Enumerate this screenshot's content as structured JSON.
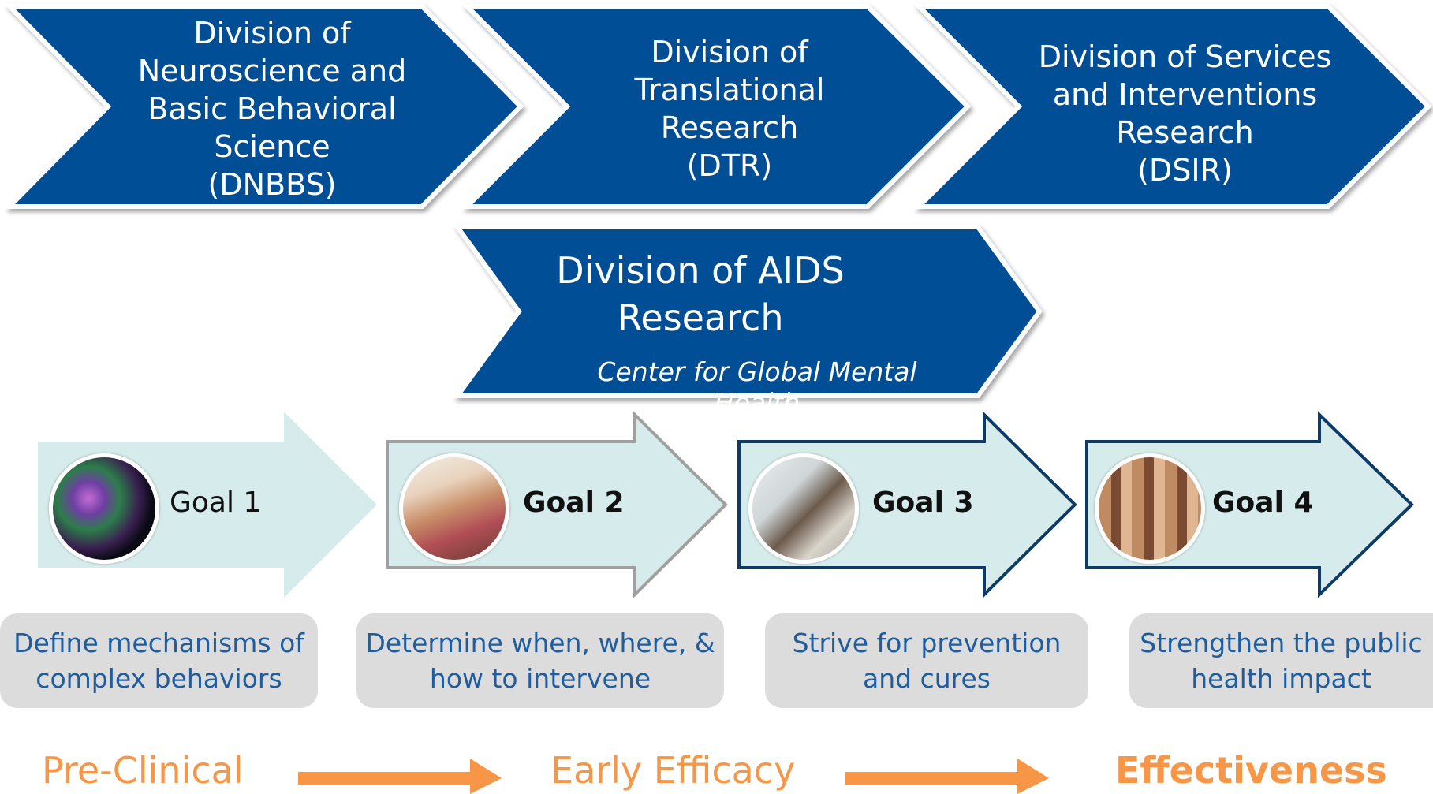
{
  "divisions": [
    {
      "lines": [
        "Division of",
        "Neuroscience and",
        "Basic Behavioral",
        "Science",
        "(DNBBS)"
      ]
    },
    {
      "lines": [
        "Division of",
        "Translational",
        "Research",
        "(DTR)"
      ]
    },
    {
      "lines": [
        "Division of Services",
        "and Interventions",
        "Research",
        "(DSIR)"
      ]
    }
  ],
  "aids": {
    "lines": [
      "Division of AIDS",
      "Research"
    ],
    "subtitle": "Center for Global Mental Health"
  },
  "goals": [
    {
      "label": "Goal 1",
      "image": "brain-scan-image",
      "description": [
        "Define mechanisms of",
        "complex behaviors"
      ]
    },
    {
      "label": "Goal 2",
      "image": "family-photo-image",
      "description": [
        "Determine when, where, &",
        "how to intervene"
      ]
    },
    {
      "label": "Goal 3",
      "image": "doctor-patient-image",
      "description": [
        "Strive for prevention",
        "and cures"
      ]
    },
    {
      "label": "Goal 4",
      "image": "crowd-faces-image",
      "description": [
        "Strengthen the public",
        "health impact"
      ]
    }
  ],
  "stages": [
    "Pre-Clinical",
    "Early Efficacy",
    "Effectiveness"
  ],
  "colors": {
    "division_blue": "#064f96",
    "goal_fill": "#d6ebeb",
    "desc_text": "#1f5da0",
    "stage_orange": "#f79646"
  }
}
